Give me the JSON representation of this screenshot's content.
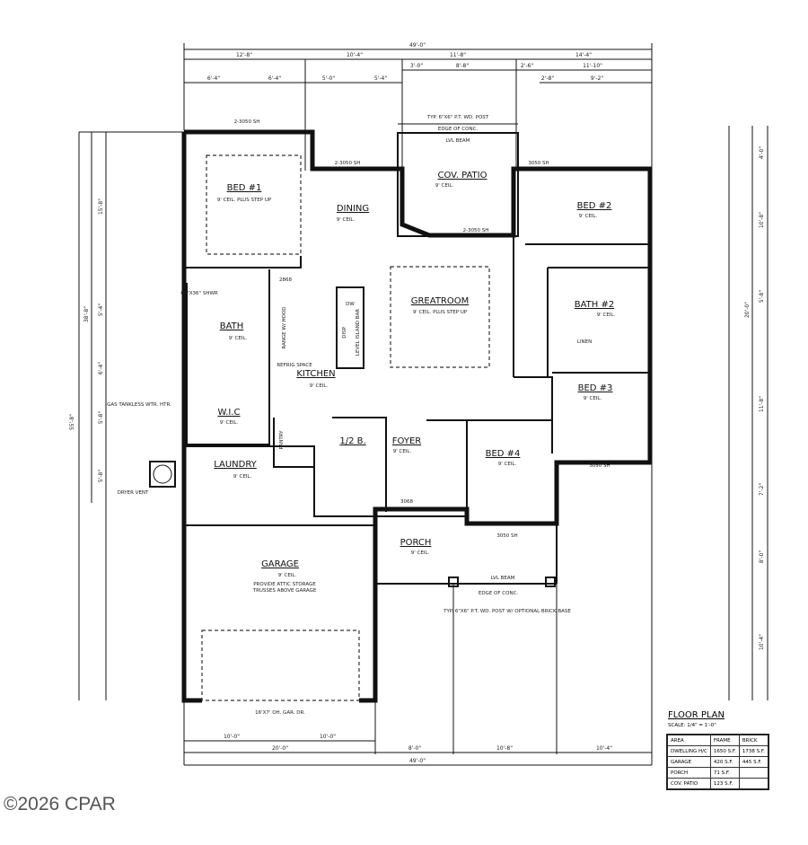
{
  "dimensions": {
    "top_overall": "49'-0\"",
    "top_row1": [
      "12'-8\"",
      "10'-4\"",
      "11'-8\"",
      "14'-4\""
    ],
    "top_row2": [
      "3'-0\"",
      "8'-8\"",
      "2'-6\"",
      "11'-10\""
    ],
    "top_row3": [
      "6'-4\"",
      "6'-4\"",
      "5'-0\"",
      "5'-4\"",
      "2'-8\"",
      "9'-2\""
    ],
    "bottom_row1": [
      "10'-0\"",
      "10'-0\""
    ],
    "bottom_row2": [
      "20'-0\"",
      "8'-0\"",
      "10'-8\"",
      "10'-4\""
    ],
    "bottom_overall": "49'-0\"",
    "left": [
      "15'-8\"",
      "5'-4\"",
      "6'-4\"",
      "5'-8\"",
      "5'-8\"",
      "38'-8\"",
      "55'-8\""
    ],
    "right": [
      "4'-0\"",
      "10'-8\"",
      "5'-8\"",
      "20'-0\"",
      "11'-8\"",
      "7'-2\"",
      "8'-0\"",
      "10'-4\""
    ]
  },
  "rooms": [
    {
      "name": "BED #1",
      "note": "9' CEIL. PLUS STEP UP"
    },
    {
      "name": "DINING",
      "note": "9' CEIL."
    },
    {
      "name": "COV. PATIO",
      "note": "9' CEIL."
    },
    {
      "name": "BED #2",
      "note": "9' CEIL."
    },
    {
      "name": "GREATROOM",
      "note": "9' CEIL. PLUS STEP UP"
    },
    {
      "name": "BATH",
      "note": "9' CEIL."
    },
    {
      "name": "KITCHEN",
      "note": "9' CEIL."
    },
    {
      "name": "BATH #2",
      "note": "9' CEIL."
    },
    {
      "name": "BED #3",
      "note": "9' CEIL."
    },
    {
      "name": "W.I.C",
      "note": "9' CEIL."
    },
    {
      "name": "1/2 B.",
      "note": ""
    },
    {
      "name": "FOYER",
      "note": "9' CEIL."
    },
    {
      "name": "BED #4",
      "note": "9' CEIL."
    },
    {
      "name": "LAUNDRY",
      "note": "9' CEIL."
    },
    {
      "name": "GARAGE",
      "note": "9' CEIL."
    },
    {
      "name": "PORCH",
      "note": "9' CEIL."
    }
  ],
  "notes": {
    "windows": [
      "2-3050 SH",
      "2-3050 SH",
      "3050 SH",
      "2-3050 SH",
      "3050 SH",
      "3050 SH"
    ],
    "patio_post": "TYP. 6\"X6\" P.T. WD. POST",
    "edge_conc": "EDGE OF CONC.",
    "lvl_beam": "LVL BEAM",
    "gas_heater": "GAS TANKLESS WTR. HTR.",
    "dryer_vent": "DRYER VENT",
    "garage_note_1": "PROVIDE ATTIC STORAGE",
    "garage_note_2": "TRUSSES ABOVE GARAGE",
    "garage_door": "16'X7' OH. GAR. DR.",
    "porch_post": "TYP. 6\"X6\" P.T. WD. POST W/ OPTIONAL BRICK BASE",
    "island": "LEVEL ISLAND BAR",
    "shower": "60\"X36\" SHWR",
    "linen": "LINEN",
    "pantry": "PANTRY",
    "range": "RANGE W/ HOOD",
    "refrig": "REFRIG SPACE",
    "disp": "DISP.",
    "dw": "DW",
    "door_3068": "3068",
    "door_2868": "2868"
  },
  "area_table": {
    "title": "FLOOR PLAN",
    "scale": "SCALE: 1/4\" = 1'-0\"",
    "headers": [
      "AREA",
      "FRAME",
      "BRICK"
    ],
    "rows": [
      [
        "DWELLING H/C",
        "1650 S.F.",
        "1738 S.F."
      ],
      [
        "GARAGE",
        "420 S.F.",
        "445 S.F."
      ],
      [
        "PORCH",
        "71 S.F.",
        ""
      ],
      [
        "COV. PATIO",
        "123 S.F.",
        ""
      ]
    ]
  },
  "watermark": "©2026 CPAR"
}
